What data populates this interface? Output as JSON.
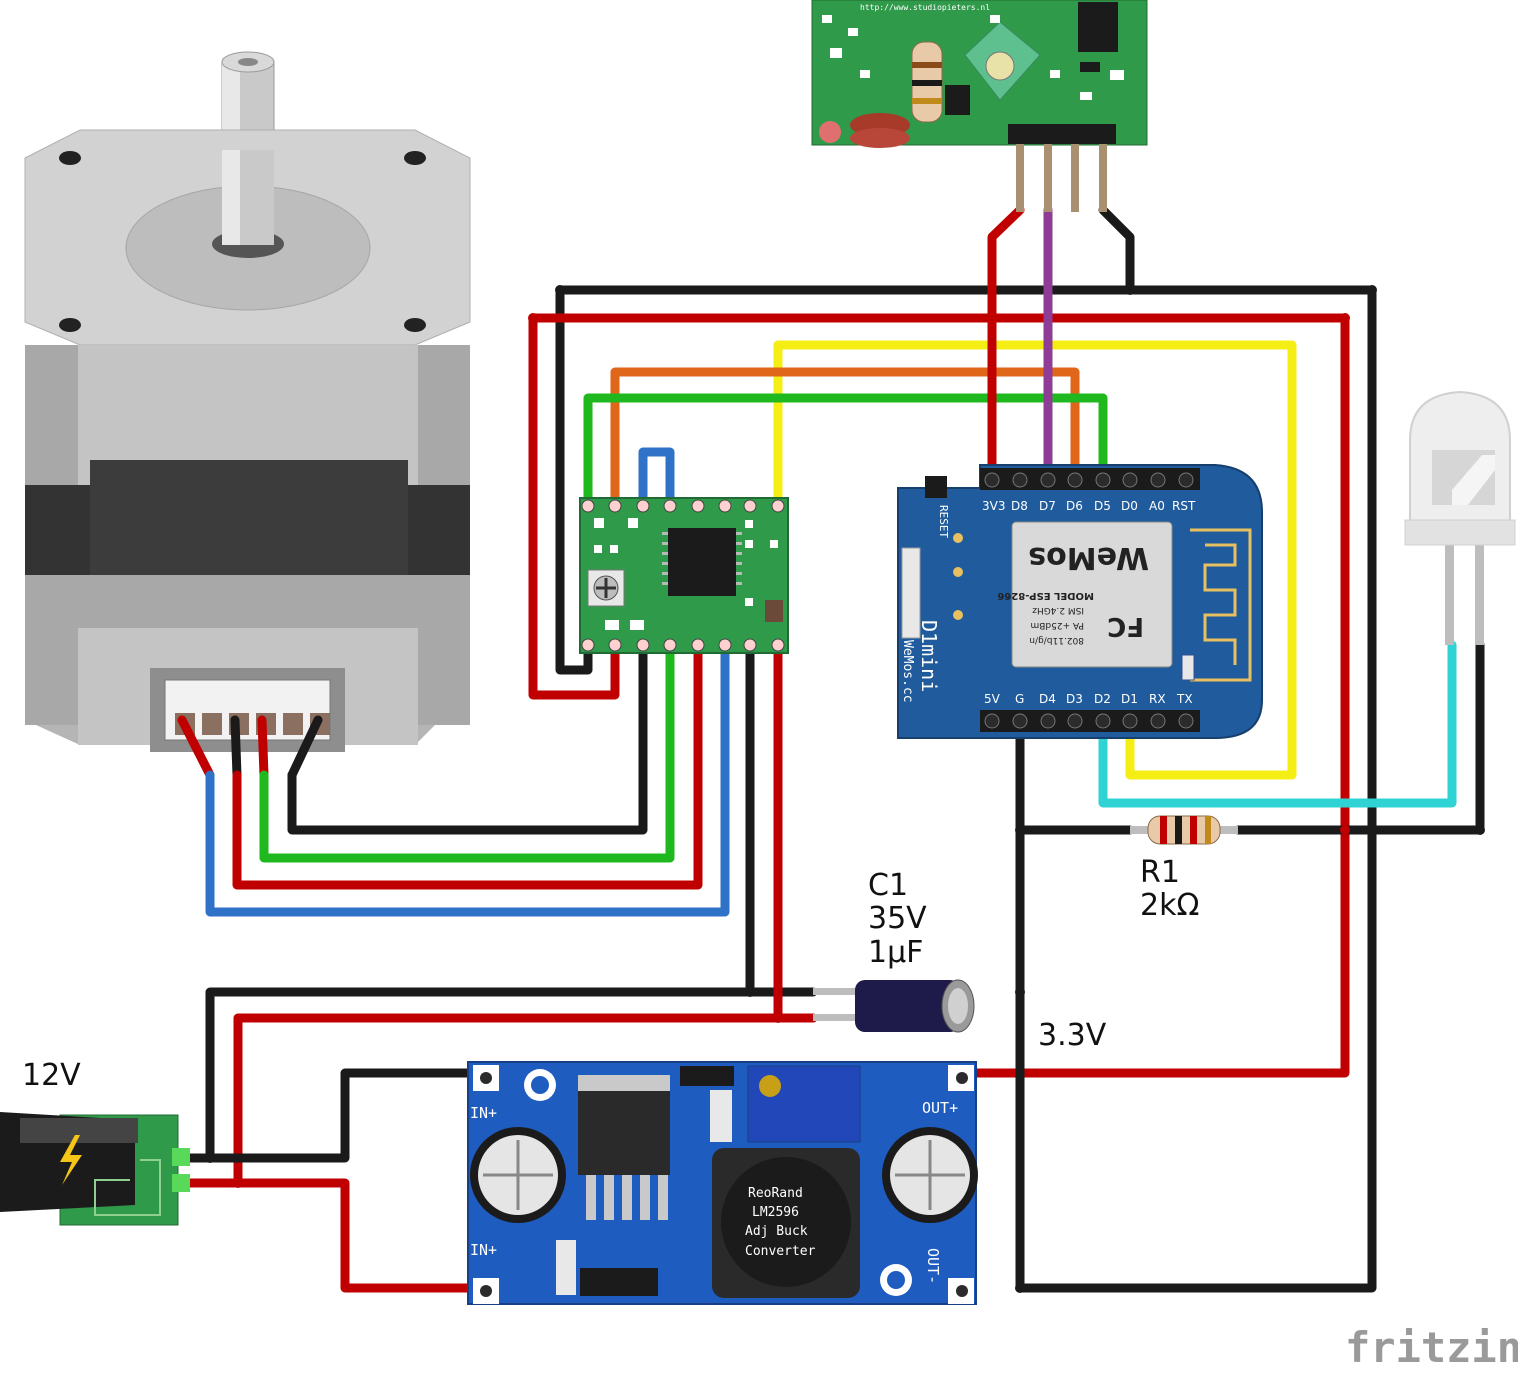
{
  "colors": {
    "red": "#c00000",
    "black": "#1a1a1a",
    "yellow": "#f5ee14",
    "orange": "#e0661a",
    "green": "#1fb81f",
    "blue": "#2f72c7",
    "purple": "#8e3c96",
    "cyan": "#2fd3d3",
    "pcb_green": "#2f9a4a",
    "pcb_blue": "#205c9d",
    "buck_blue": "#1f5cc0"
  },
  "labels": {
    "capacitor_name": "C1",
    "capacitor_voltage": "35V",
    "capacitor_value": "1µF",
    "resistor_name": "R1",
    "resistor_value": "2kΩ",
    "supply_voltage": "12V",
    "rail_voltage": "3.3V",
    "brand": "fritzing"
  },
  "rf_module": {
    "url": "http://www.studiopieters.nl"
  },
  "wemos": {
    "top_pins": [
      "3V3",
      "D8",
      "D7",
      "D6",
      "D5",
      "D0",
      "A0",
      "RST"
    ],
    "bottom_pins": [
      "5V",
      "G",
      "D4",
      "D3",
      "D2",
      "D1",
      "RX",
      "TX"
    ],
    "reset_label": "RESET",
    "board_name": "D1mini",
    "board_maker": "WeMos.cc",
    "chip_brand": "WeMos",
    "chip_model": "MODEL ESP-8266",
    "chip_band": "ISM 2.4GHz",
    "chip_power": "PA +25dBm",
    "chip_standard": "802.11b/g/n",
    "fcc_mark": "FC"
  },
  "buck": {
    "in_plus_top": "IN+",
    "in_plus_bottom": "IN+",
    "out_plus": "OUT+",
    "out_minus": "OUT-",
    "line1": "ReoRand",
    "line2": "LM2596",
    "line3": "Adj Buck",
    "line4": "Converter"
  }
}
